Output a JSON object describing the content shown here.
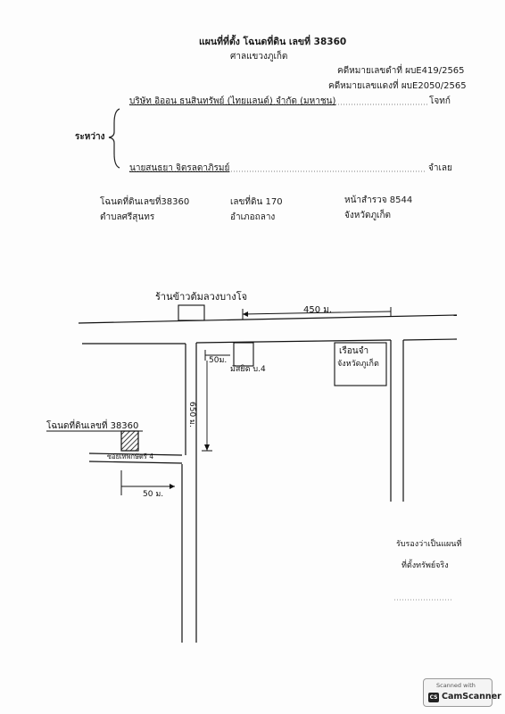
{
  "header": {
    "title": "แผนที่ที่ตั้ง โฉนดที่ดิน เลขที่ 38360",
    "court": "ศาลแขวงภูเก็ต",
    "black_case": "คดีหมายเลขดำที่ ผบE419/2565",
    "red_case": "คดีหมายเลขแดงที่ ผบE2050/2565"
  },
  "parties": {
    "between_label": "ระหว่าง",
    "plaintiff_name": "บริษัท อิออน ธนสินทรัพย์ (ไทยแลนด์) จำกัด (มหาชน)",
    "plaintiff_role": "โจทก์",
    "defendant_name": "นายสนธยา จิตรลดาภิรมย์",
    "defendant_role": "จำเลย"
  },
  "land_info": {
    "deed_no": "โฉนดที่ดินเลขที่38360",
    "land_no": "เลขที่ดิน 170",
    "survey_page": "หน้าสำรวจ  8544",
    "subdistrict": "ตำบลศรีสุนทร",
    "district": "อำเภอถลาง",
    "province": "จังหวัดภูเก็ต"
  },
  "map_labels": {
    "shop": "ร้านข้าวต้มลวงบางโจ",
    "dist_450": "450 ม.",
    "dist_50_top": "50ม.",
    "mosque": "มัสยิด บ.4",
    "house": "เรือนจำ",
    "house2": "จังหวัดภูเก็ต",
    "dist_650": "650 ม.",
    "deed_label": "โฉนดที่ดินเลขที่ 38360",
    "soi": "ซอยเทพกษัตรี 4",
    "dist_50_bottom": "50 ม."
  },
  "certify": {
    "line1": "รับรองว่าเป็นแผนที่",
    "line2": "ที่ตั้งทรัพย์จริง"
  },
  "watermark": {
    "scanned": "Scanned with",
    "name": "CamScanner",
    "logo": "CS"
  }
}
